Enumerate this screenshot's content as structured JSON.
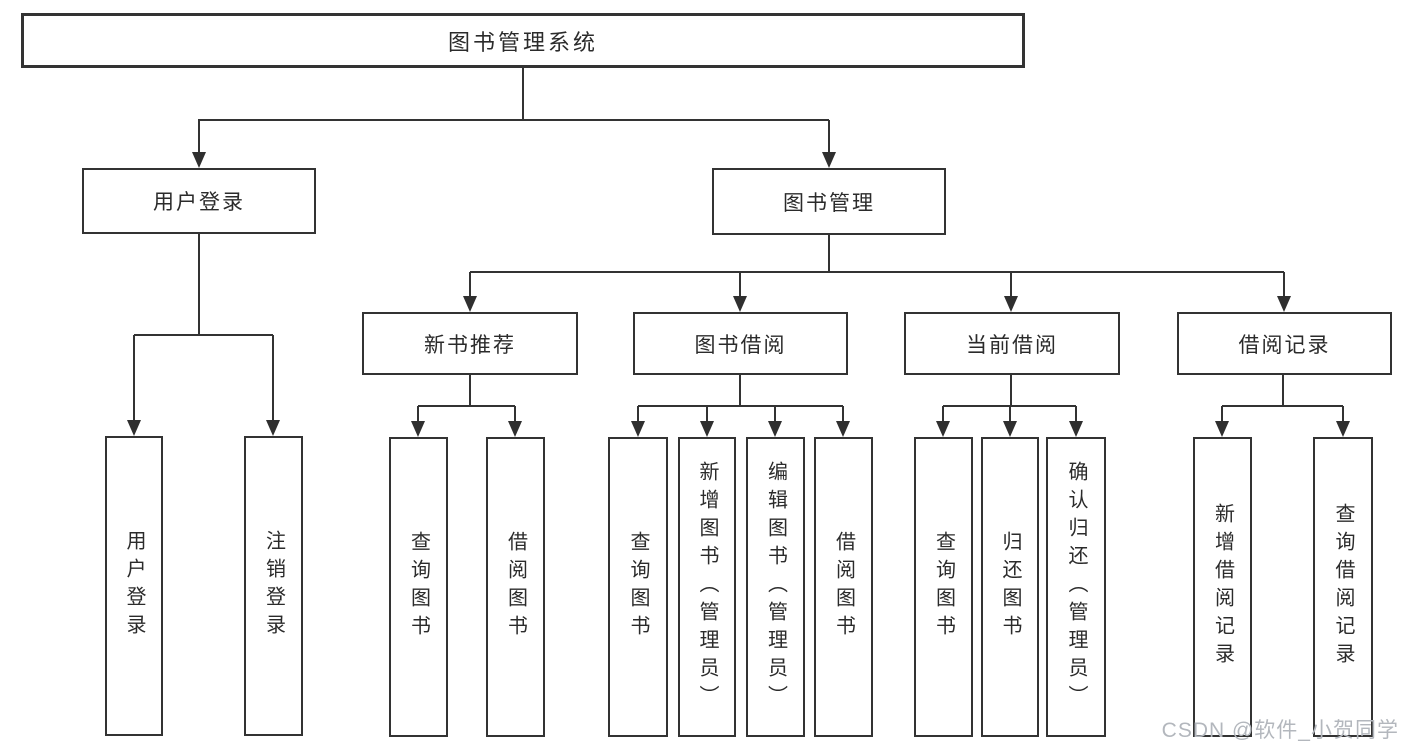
{
  "diagram": {
    "root": {
      "label": "图书管理系统"
    },
    "branches": [
      {
        "label": "用户登录",
        "children": [
          {
            "label": "用户登录"
          },
          {
            "label": "注销登录"
          }
        ]
      },
      {
        "label": "图书管理",
        "modules": [
          {
            "label": "新书推荐",
            "children": [
              {
                "label": "查询图书"
              },
              {
                "label": "借阅图书"
              }
            ]
          },
          {
            "label": "图书借阅",
            "children": [
              {
                "label": "查询图书"
              },
              {
                "label": "新增图书（管理员）"
              },
              {
                "label": "编辑图书（管理员）"
              },
              {
                "label": "借阅图书"
              }
            ]
          },
          {
            "label": "当前借阅",
            "children": [
              {
                "label": "查询图书"
              },
              {
                "label": "归还图书"
              },
              {
                "label": "确认归还（管理员）"
              }
            ]
          },
          {
            "label": "借阅记录",
            "children": [
              {
                "label": "新增借阅记录"
              },
              {
                "label": "查询借阅记录"
              }
            ]
          }
        ]
      }
    ]
  },
  "watermark": {
    "text": "CSDN @软件_小贺同学"
  },
  "colors": {
    "line": "#333333",
    "box_border": "#333333",
    "box_fill": "#ffffff",
    "text": "#2b2b2b",
    "watermark": "#b3b7bd"
  }
}
